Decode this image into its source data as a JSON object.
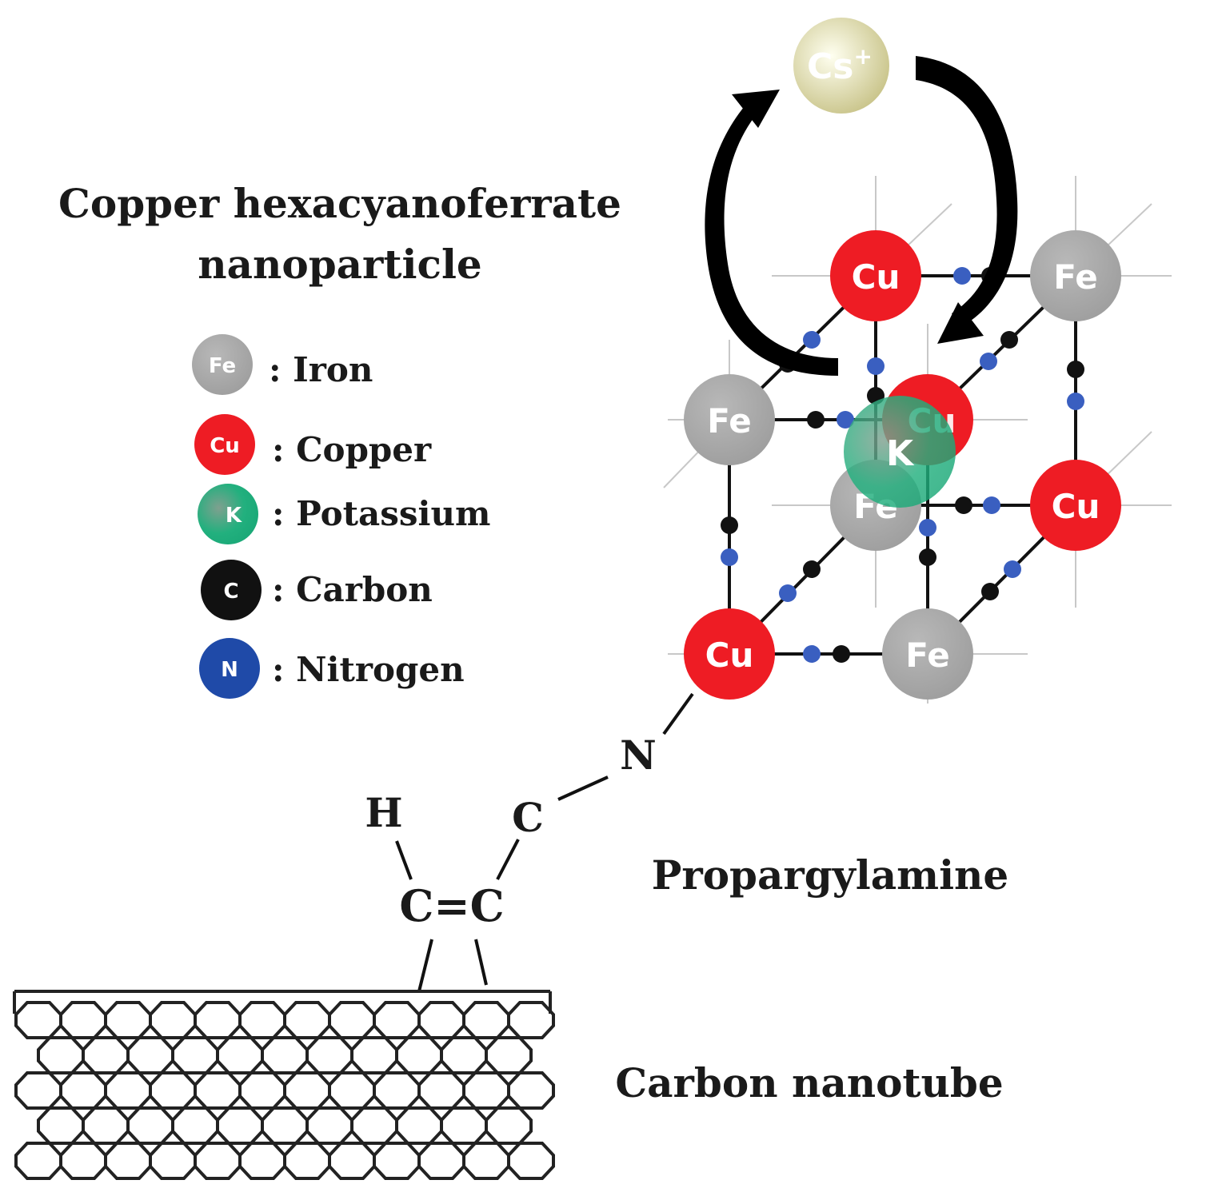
{
  "title_line1": "Copper hexacyanoferrate",
  "title_line2": "nanoparticle",
  "legend": [
    {
      "symbol": "Fe",
      "label": ": Iron",
      "color": "#a6a6a6"
    },
    {
      "symbol": "Cu",
      "label": ": Copper",
      "color": "#ee1c24"
    },
    {
      "symbol": "K",
      "label": ": Potassium",
      "color": "#3cb98b"
    },
    {
      "symbol": "C",
      "label": ": Carbon",
      "color": "#111111"
    },
    {
      "symbol": "N",
      "label": ": Nitrogen",
      "color": "#1f4aa8"
    }
  ],
  "ion": {
    "label": "Cs",
    "charge": "+",
    "color": "#e6e2a8"
  },
  "labels": {
    "propargylamine": "Propargylamine",
    "nanotube": "Carbon nanotube"
  },
  "linker": {
    "N": "N",
    "C1": "C",
    "H": "H",
    "C2": "C",
    "bond": "=",
    "C3": "C"
  },
  "lattice_symbols": {
    "fe": "Fe",
    "cu": "Cu",
    "k": "K",
    "c": "c",
    "n": "N"
  }
}
